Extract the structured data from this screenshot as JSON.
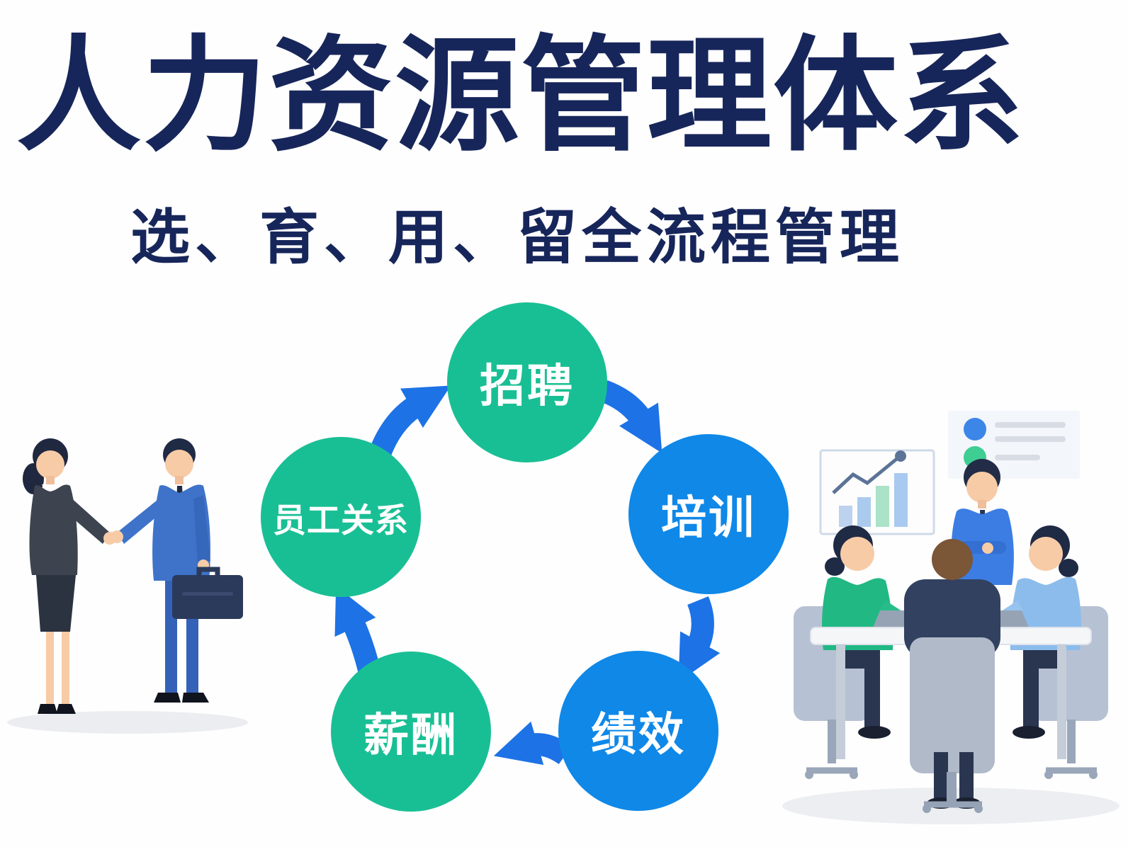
{
  "header": {
    "title": "人力资源管理体系",
    "subtitle": "选、育、用、留全流程管理"
  },
  "cycle": {
    "nodes": [
      {
        "id": "recruitment",
        "label": "招聘",
        "color": "#19bf94"
      },
      {
        "id": "training",
        "label": "培训",
        "color": "#0f88e8"
      },
      {
        "id": "performance",
        "label": "绩效",
        "color": "#0f88e8"
      },
      {
        "id": "compensation",
        "label": "薪酬",
        "color": "#19bf94"
      },
      {
        "id": "employee-relations",
        "label": "员工关系",
        "color": "#19bf94"
      }
    ]
  },
  "colors": {
    "title": "#17265a",
    "arrow": "#1d72e6",
    "label": "#ffffff",
    "green": "#19bf94",
    "blue": "#0f88e8"
  }
}
